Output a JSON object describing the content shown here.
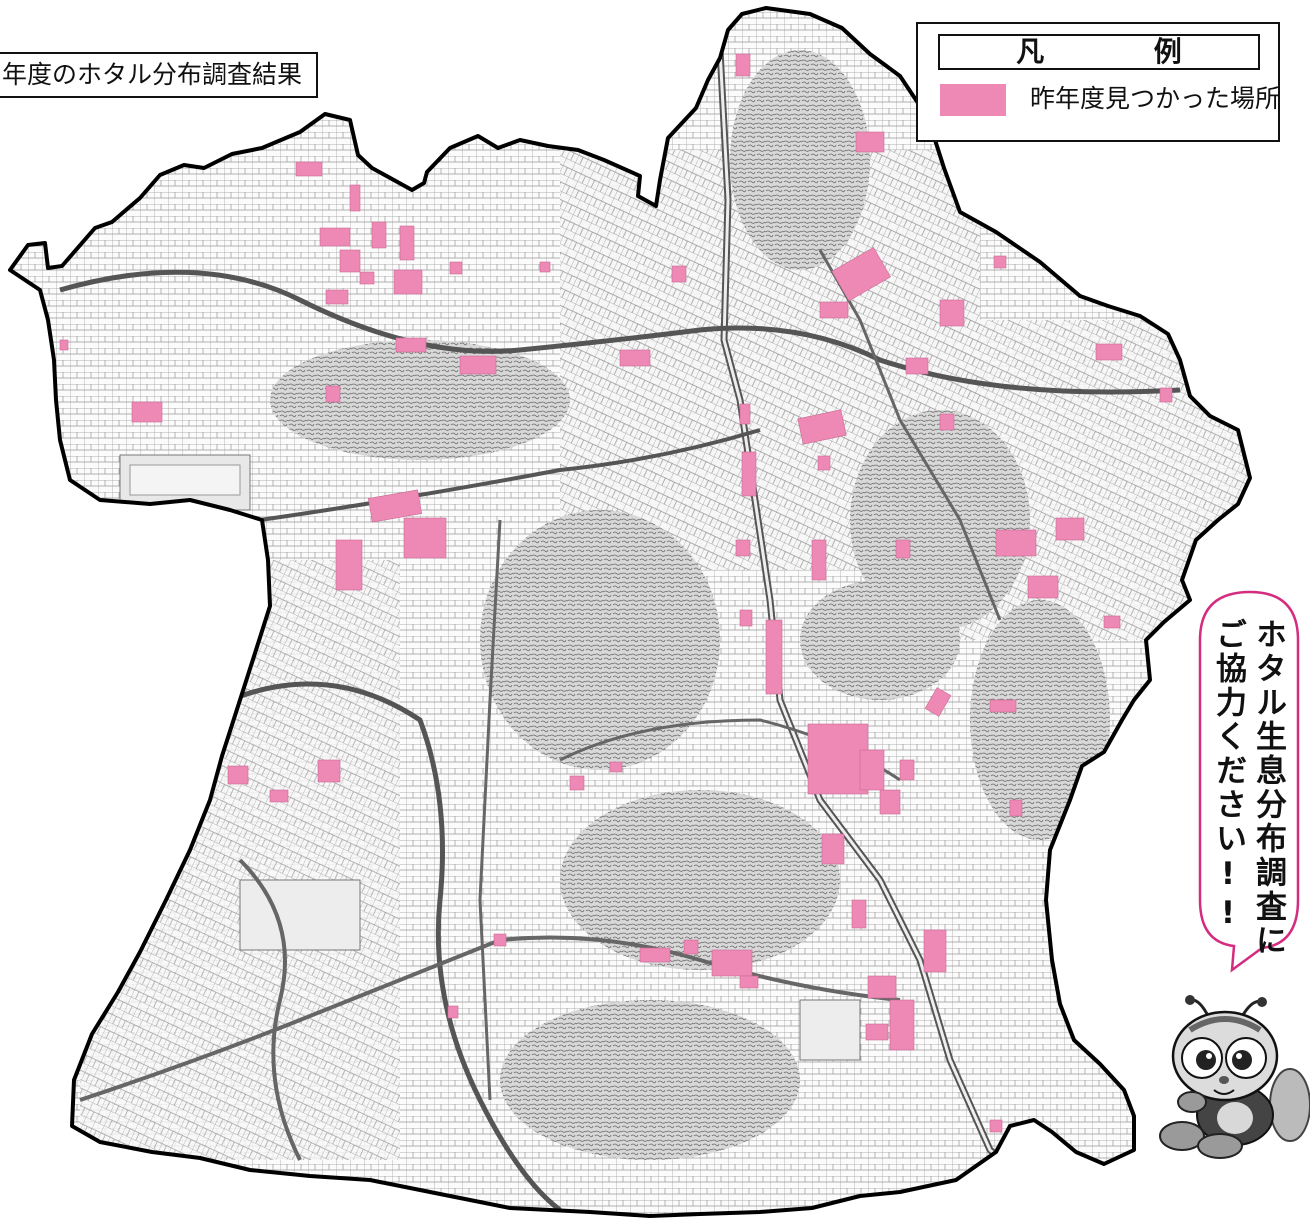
{
  "title": "年度のホタル分布調査結果",
  "legend": {
    "heading_left": "凡",
    "heading_right": "例",
    "item_label": "昨年度見つかった場所",
    "item_color": "#ee88b4"
  },
  "callout": {
    "line1": "ホタル生息分布調査に",
    "line2": "ご協力ください!!"
  },
  "colors": {
    "boundary": "#000000",
    "map_background": "#f6f6f6",
    "streets": "#7a7a7a",
    "highlight": "#ee88b4"
  },
  "icons": {
    "mascot": "firefly-mascot-icon"
  }
}
